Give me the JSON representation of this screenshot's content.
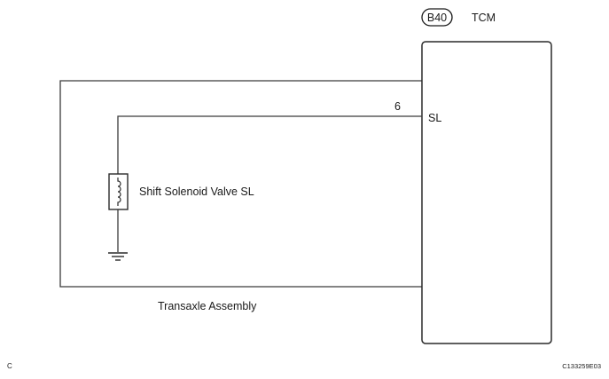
{
  "connector": {
    "code": "B40"
  },
  "ecu": {
    "name": "TCM",
    "pin_number": "6",
    "pin_name": "SL"
  },
  "component": {
    "label": "Shift Solenoid Valve SL"
  },
  "assembly": {
    "label": "Transaxle Assembly"
  },
  "footer": {
    "left_code": "C",
    "figure_code": "C133259E03"
  }
}
